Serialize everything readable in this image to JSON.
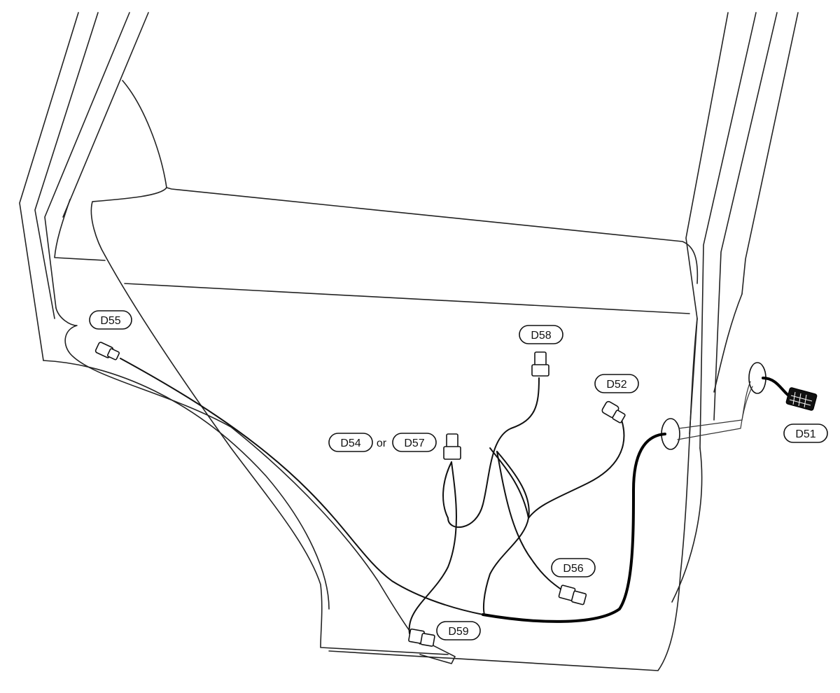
{
  "labels": {
    "d55": "D55",
    "d58": "D58",
    "d52": "D52",
    "d54": "D54",
    "or": "or",
    "d57": "D57",
    "d51": "D51",
    "d56": "D56",
    "d59": "D59"
  },
  "colors": {
    "line": "#222222",
    "background": "#ffffff"
  }
}
